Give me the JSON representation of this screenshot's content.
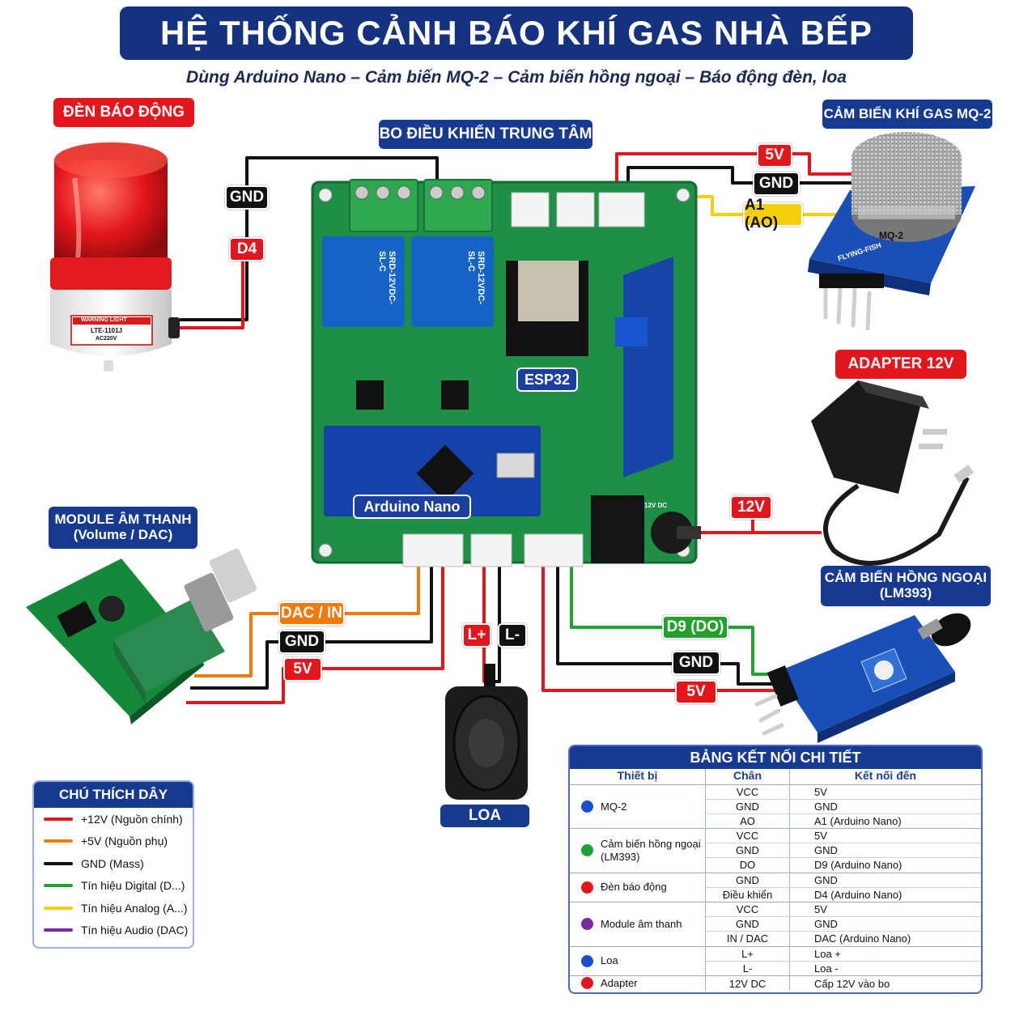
{
  "header": {
    "title": "HỆ THỐNG CẢNH BÁO KHÍ GAS NHÀ BẾP",
    "subtitle": "Dùng Arduino Nano – Cảm biến MQ-2 – Cảm biến hồng ngoại – Báo động đèn, loa"
  },
  "components": {
    "alarm_light": "ĐÈN BÁO ĐỘNG",
    "controller": "BO ĐIỀU KHIỂN TRUNG TÂM",
    "gas_sensor": "CẢM BIẾN KHÍ GAS MQ-2",
    "adapter": "ADAPTER 12V",
    "audio_module_line1": "MODULE ÂM THANH",
    "audio_module_line2": "(Volume / DAC)",
    "ir_sensor_line1": "CẢM BIẾN HỒNG NGOẠI",
    "ir_sensor_line2": "(LM393)",
    "speaker": "LOA"
  },
  "board": {
    "esp32": "ESP32",
    "arduino": "Arduino Nano",
    "relay_text": "SRD-12VDC-SL-C",
    "mq2_text": "MQ-2",
    "mq2_pcb_text": "FLYING-FISH",
    "lamp_text_1": "WARNING LIGHT",
    "lamp_text_2": "LTE-1101J",
    "lamp_text_3": "AC220V",
    "dc_jack_text": "12V DC"
  },
  "wires": {
    "light_gnd": "GND",
    "light_d4": "D4",
    "mq2_5v": "5V",
    "mq2_gnd": "GND",
    "mq2_a1": "A1 (AO)",
    "adapter_12v": "12V",
    "audio_dac": "DAC / IN",
    "audio_gnd": "GND",
    "audio_5v": "5V",
    "speaker_lp": "L+",
    "speaker_lm": "L-",
    "ir_d9": "D9 (DO)",
    "ir_gnd": "GND",
    "ir_5v": "5V"
  },
  "legend": {
    "title": "CHÚ THÍCH DÂY",
    "items": [
      {
        "label": "+12V (Nguồn chính)",
        "color": "#e3171b"
      },
      {
        "label": "+5V (Nguồn phụ)",
        "color": "#f07a0e"
      },
      {
        "label": "GND (Mass)",
        "color": "#111111"
      },
      {
        "label": "Tín hiệu Digital (D...)",
        "color": "#22a12b"
      },
      {
        "label": "Tín hiệu Analog (A...)",
        "color": "#f5cf0a"
      },
      {
        "label": "Tín hiệu Audio (DAC)",
        "color": "#7b2a9e"
      }
    ]
  },
  "table": {
    "title": "BẢNG KẾT NỐI CHI TIẾT",
    "headers": [
      "Thiết bị",
      "Chân",
      "Kết nối đến"
    ],
    "groups": [
      {
        "device": "MQ-2",
        "dot": "#1a4fd0",
        "rows": [
          [
            "VCC",
            "5V"
          ],
          [
            "GND",
            "GND"
          ],
          [
            "AO",
            "A1 (Arduino Nano)"
          ]
        ]
      },
      {
        "device": "Cảm biến hồng ngoại (LM393)",
        "dot": "#1ea13a",
        "rows": [
          [
            "VCC",
            "5V"
          ],
          [
            "GND",
            "GND"
          ],
          [
            "DO",
            "D9 (Arduino Nano)"
          ]
        ]
      },
      {
        "device": "Đèn báo động",
        "dot": "#e3171b",
        "rows": [
          [
            "GND",
            "GND"
          ],
          [
            "Điều khiển",
            "D4 (Arduino Nano)"
          ]
        ]
      },
      {
        "device": "Module âm thanh",
        "dot": "#7b2a9e",
        "rows": [
          [
            "VCC",
            "5V"
          ],
          [
            "GND",
            "GND"
          ],
          [
            "IN / DAC",
            "DAC (Arduino Nano)"
          ]
        ]
      },
      {
        "device": "Loa",
        "dot": "#1a4fd0",
        "rows": [
          [
            "L+",
            "Loa +"
          ],
          [
            "L-",
            "Loa -"
          ]
        ]
      },
      {
        "device": "Adapter",
        "dot": "#e3171b",
        "rows": [
          [
            "12V DC",
            "Cấp 12V vào bo"
          ]
        ]
      }
    ]
  }
}
